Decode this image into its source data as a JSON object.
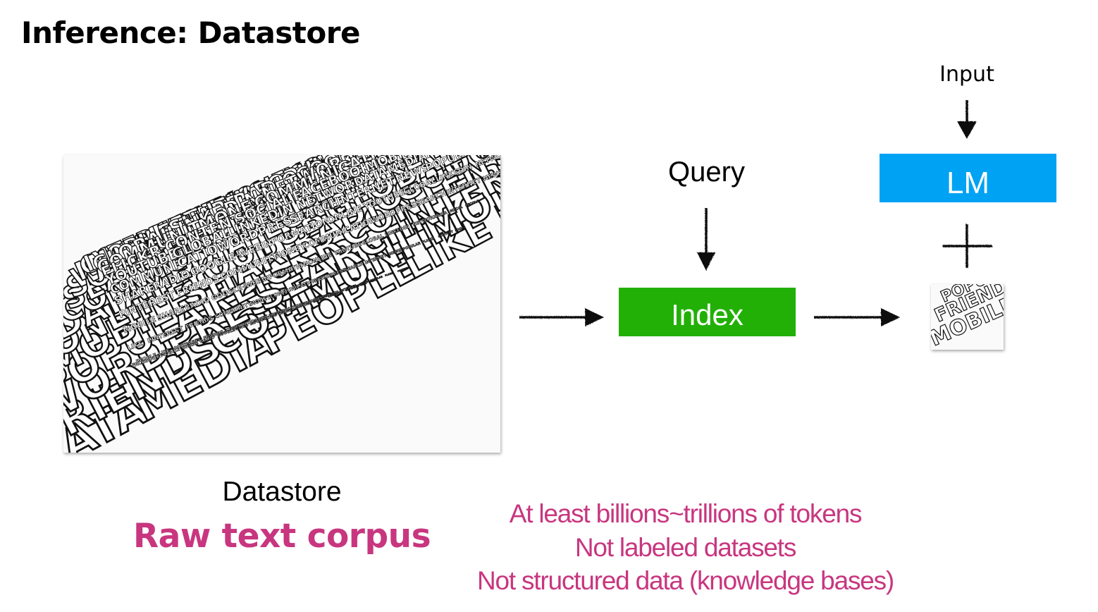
{
  "title": "Inference: Datastore",
  "datastore": {
    "label": "Datastore",
    "sublabel": "Raw text corpus",
    "image_words": [
      "DATA",
      "YOUTUBE",
      "GOOGLE+",
      "FACEBOOK",
      "POPULAR",
      "WORDPRESS",
      "FRIENDS",
      "MEDIA",
      "GLOBAL",
      "WEB",
      "MOBILE",
      "FLICKR",
      "SEARCH",
      "COMMUNITY",
      "PEOPLE",
      "LINKEDIN",
      "INFORMATION",
      "SHARE",
      "CONTENT",
      "INTERNET",
      "MONEY",
      "LIKE",
      "NETWORK",
      "ONLINE",
      "RADIO",
      "SOCIAL",
      "NEWS",
      "COMMUNICATION",
      "PINTEREST"
    ],
    "mini_image_words": [
      "POPULAR",
      "FRIENDS",
      "MOBILE"
    ]
  },
  "query_label": "Query",
  "index_label": "Index",
  "input_label": "Input",
  "lm_label": "LM",
  "plus_symbol": "+",
  "notes": [
    "At least billions~trillions of tokens",
    "Not labeled datasets",
    "Not structured data (knowledge bases)"
  ],
  "colors": {
    "index_box": "#22b007",
    "lm_box": "#00a2f4",
    "highlight_text": "#c8367f"
  }
}
